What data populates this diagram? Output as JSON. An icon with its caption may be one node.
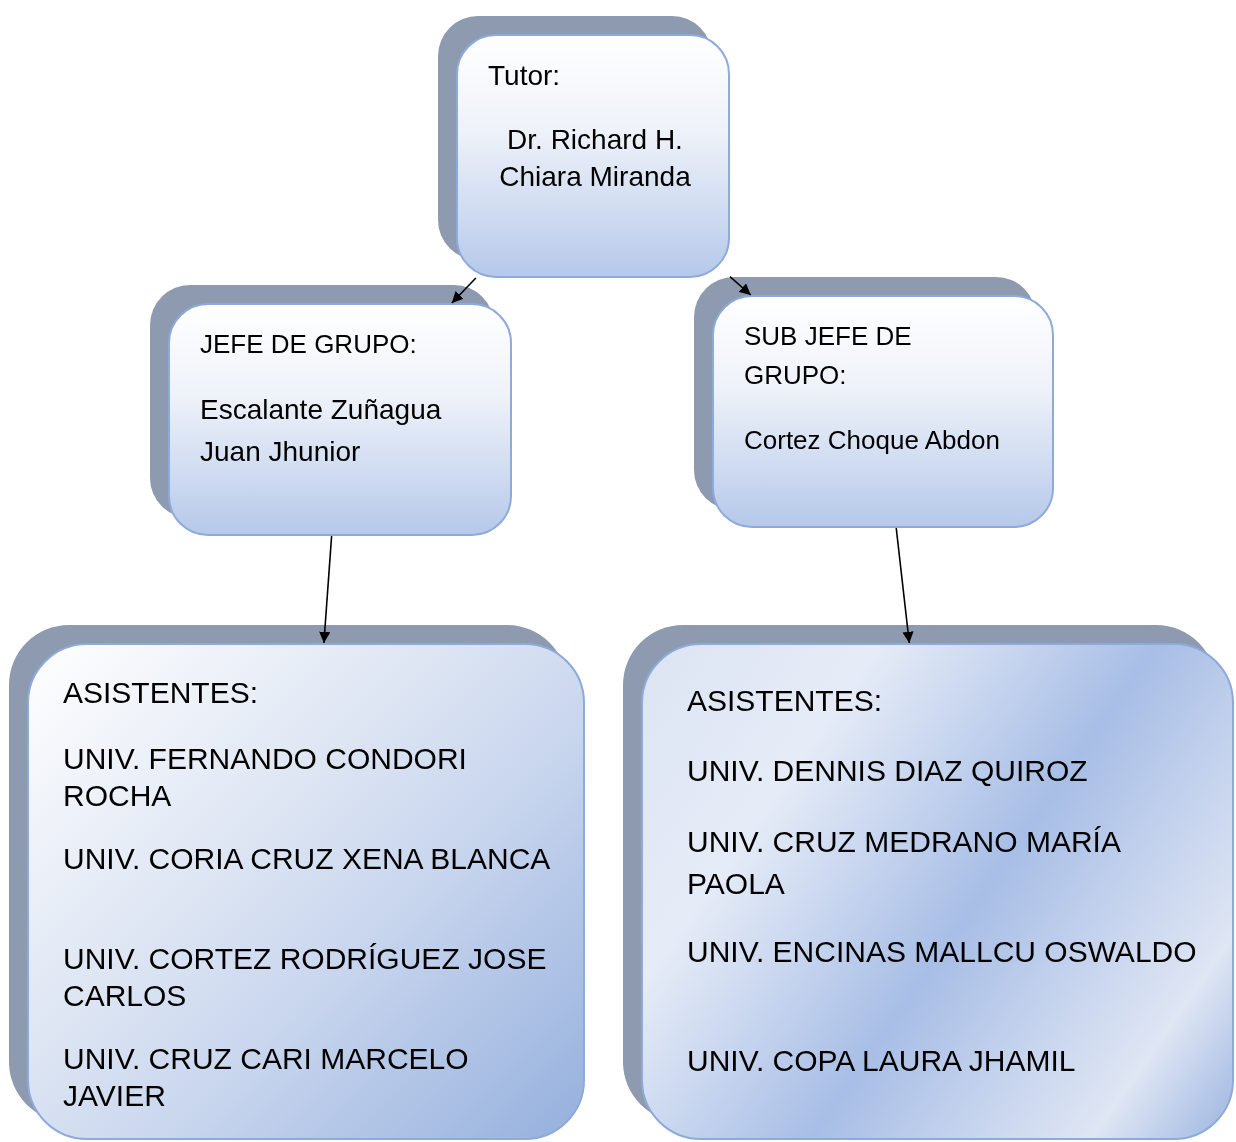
{
  "diagram": {
    "nodes": [
      {
        "text": [
          "Tutor:",
          "Dr. Richard H. Chiara Miranda"
        ]
      },
      {
        "text": [
          "JEFE DE GRUPO:",
          "Escalante Zuñagua Juan Jhunior"
        ]
      },
      {
        "text": [
          "SUB JEFE DE GRUPO:",
          "Cortez Choque Abdon"
        ]
      },
      {
        "text": [
          "ASISTENTES:",
          "UNIV. FERNANDO CONDORI ROCHA",
          "UNIV. CORIA CRUZ XENA BLANCA",
          "UNIV. CORTEZ RODRÍGUEZ JOSE CARLOS",
          "UNIV. CRUZ CARI MARCELO JAVIER"
        ]
      },
      {
        "text": [
          "ASISTENTES:",
          "UNIV. DENNIS DIAZ QUIROZ",
          "UNIV. CRUZ MEDRANO MARÍA PAOLA",
          "UNIV. ENCINAS MALLCU OSWALDO",
          "UNIV. COPA LAURA JHAMIL"
        ]
      }
    ],
    "edges": [
      {
        "from": 0,
        "to": 1,
        "arrow": "to"
      },
      {
        "from": 0,
        "to": 2,
        "arrow": "to"
      },
      {
        "from": 1,
        "to": 3,
        "arrow": "to"
      },
      {
        "from": 2,
        "to": 4,
        "arrow": "to"
      }
    ]
  }
}
